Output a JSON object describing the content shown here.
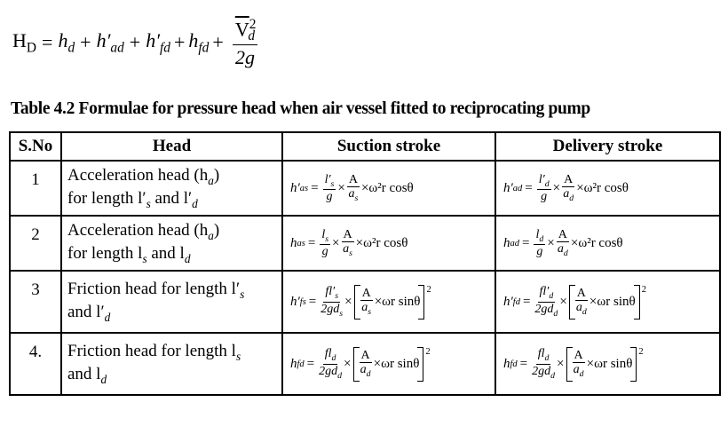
{
  "equation": {
    "lhs": "H",
    "lhs_sub": "D",
    "equals": "=",
    "terms": [
      "h",
      "h′",
      "h′",
      "h"
    ],
    "term_subs": [
      "d",
      "ad",
      "fd",
      "fd"
    ],
    "plus": "+",
    "frac_num": "V",
    "frac_num_sup": "2",
    "frac_num_sub": "d",
    "frac_den": "2g"
  },
  "table_title": "Table 4.2 Formulae for pressure head when air vessel fitted to reciprocating pump",
  "table": {
    "headers": [
      "S.No",
      "Head",
      "Suction stroke",
      "Delivery stroke"
    ],
    "rows": [
      {
        "sno": "1",
        "head_line1": "Acceleration head  (h",
        "head_line1_sub": "a",
        "head_line1_end": ")",
        "head_line2": "for length l′",
        "head_line2_sub1": "s",
        "head_line2_mid": " and l′",
        "head_line2_sub2": "d",
        "suction": {
          "lhs": "h′",
          "lhs_sub": "as",
          "n1": "l′",
          "n1_sub": "s",
          "d1": "g",
          "n2": "A",
          "d2": "a",
          "d2_sub": "s",
          "tail": "×ω²r cosθ"
        },
        "delivery": {
          "lhs": "h′",
          "lhs_sub": "ad",
          "n1": "l′",
          "n1_sub": "d",
          "d1": "g",
          "n2": "A",
          "d2": "a",
          "d2_sub": "d",
          "tail": "×ω²r cosθ"
        }
      },
      {
        "sno": "2",
        "head_line1": "Acceleration head  (h",
        "head_line1_sub": "a",
        "head_line1_end": ")",
        "head_line2": "for length l",
        "head_line2_sub1": "s",
        "head_line2_mid": " and l",
        "head_line2_sub2": "d",
        "suction": {
          "lhs": "h",
          "lhs_sub": "as",
          "n1": "l",
          "n1_sub": "s",
          "d1": "g",
          "n2": "A",
          "d2": "a",
          "d2_sub": "s",
          "tail": "×ω²r cosθ"
        },
        "delivery": {
          "lhs": "h",
          "lhs_sub": "ad",
          "n1": "l",
          "n1_sub": "d",
          "d1": "g",
          "n2": "A",
          "d2": "a",
          "d2_sub": "d",
          "tail": "×ω²r cosθ"
        }
      },
      {
        "sno": "3",
        "head_line1": "Friction head for length l′",
        "head_line1_sub": "s",
        "head_line1_end": "",
        "head_line2": "and l′",
        "head_line2_sub1": "d",
        "head_line2_mid": "",
        "head_line2_sub2": "",
        "suction": {
          "lhs": "h′",
          "lhs_sub": "fs",
          "n1": "fl′",
          "n1_sub": "s",
          "d1": "2gd",
          "d1_sub": "s",
          "n2": "A",
          "d2": "a",
          "d2_sub": "s",
          "inner_tail": "×ωr sinθ",
          "sup": "2"
        },
        "delivery": {
          "lhs": "h′",
          "lhs_sub": "fd",
          "n1": "fl′",
          "n1_sub": "d",
          "d1": "2gd",
          "d1_sub": "d",
          "n2": "A",
          "d2": "a",
          "d2_sub": "d",
          "inner_tail": "×ωr sinθ",
          "sup": "2"
        }
      },
      {
        "sno": "4.",
        "head_line1": "Friction head for length l",
        "head_line1_sub": "s",
        "head_line1_end": "",
        "head_line2": "and l",
        "head_line2_sub1": "d",
        "head_line2_mid": "",
        "head_line2_sub2": "",
        "suction": {
          "lhs": "h",
          "lhs_sub": "fd",
          "n1": "fl",
          "n1_sub": "d",
          "d1": "2gd",
          "d1_sub": "d",
          "n2": "A",
          "d2": "a",
          "d2_sub": "d",
          "inner_tail": "×ωr sinθ",
          "sup": "2"
        },
        "delivery": {
          "lhs": "h",
          "lhs_sub": "fd",
          "n1": "fl",
          "n1_sub": "d",
          "d1": "2gd",
          "d1_sub": "d",
          "n2": "A",
          "d2": "a",
          "d2_sub": "d",
          "inner_tail": "×ωr sinθ",
          "sup": "2"
        }
      }
    ]
  }
}
